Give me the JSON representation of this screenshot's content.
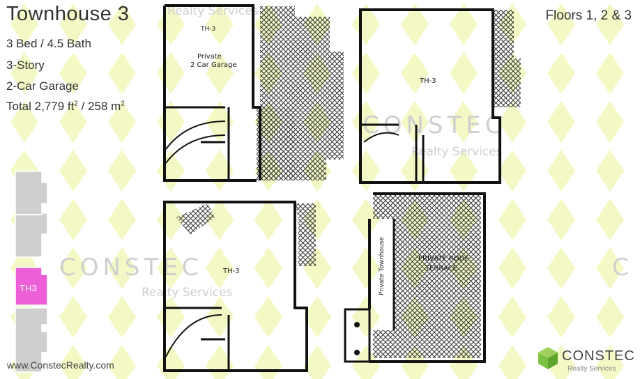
{
  "title": "Townhouse 3",
  "floors": "Floors 1, 2 & 3",
  "specs": {
    "beds_baths": "3 Bed / 4.5 Bath",
    "stories": "3-Story",
    "garage": "2-Car Garage",
    "total_prefix": "Total 2,779 ft",
    "total_mid": " / 258 m",
    "sup": "2"
  },
  "website": "www.ConstecRealty.com",
  "watermark": {
    "brand": "CONSTEC",
    "sub": "Realty Services"
  },
  "logo": {
    "name": "CONSTEC",
    "sub": "Realty Services",
    "color": "#7dc242"
  },
  "keyplan": {
    "highlight_label": "TH3",
    "highlight_color": "#ec5fd6",
    "unit_color": "#cfcfcf"
  },
  "plans": {
    "p1_label": "TH-3",
    "p1_room": "Private",
    "p1_room2": "2 Car Garage",
    "p2_label": "TH-3",
    "p3_label": "TH-3",
    "p4_room1": "Private Townhouse",
    "p4_room2": "PRIVATE ROOF",
    "p4_room3": "TERRACE"
  },
  "colors": {
    "accent_green": "#e8f27a",
    "text": "#333333"
  }
}
